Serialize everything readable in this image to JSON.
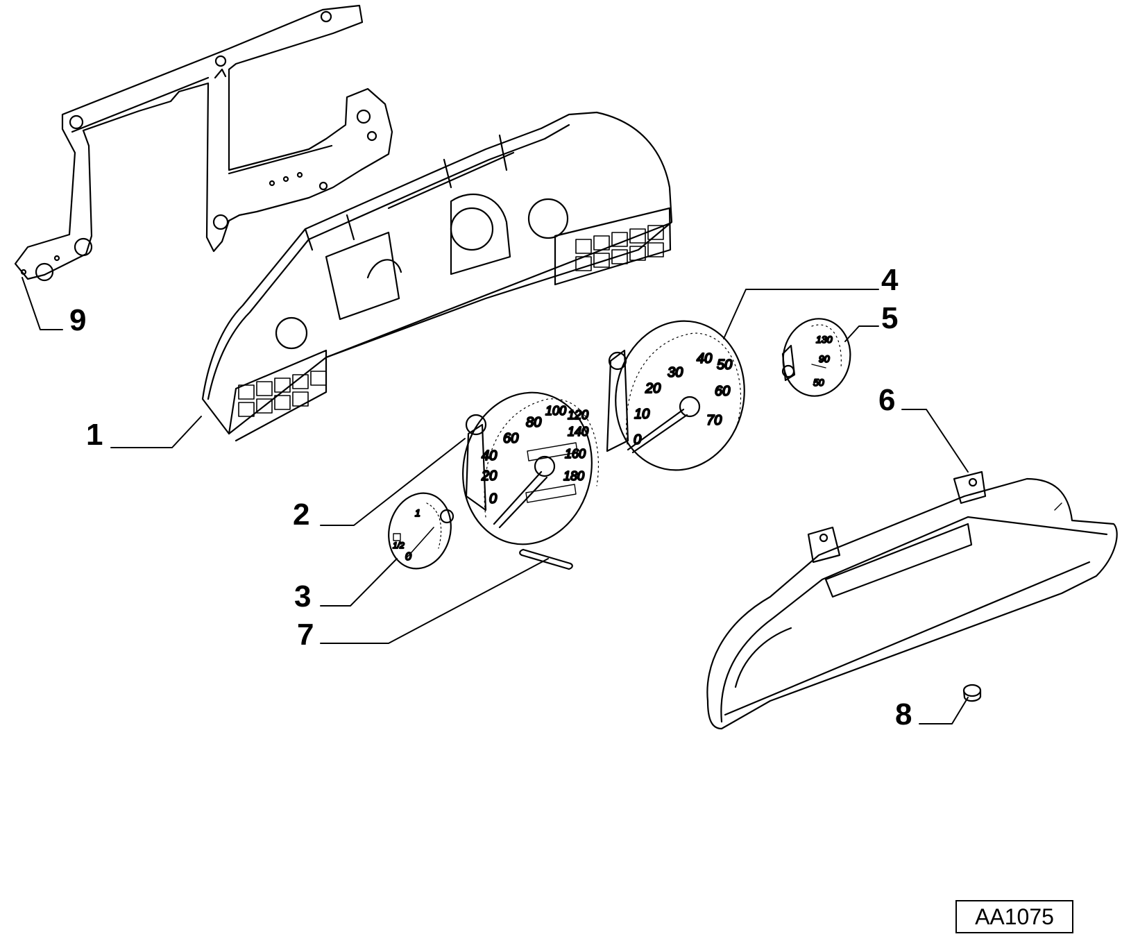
{
  "callouts": [
    "1",
    "2",
    "3",
    "4",
    "5",
    "6",
    "7",
    "8",
    "9"
  ],
  "speedometer_scale": [
    "0",
    "20",
    "40",
    "60",
    "80",
    "100",
    "120",
    "140",
    "160",
    "180"
  ],
  "tachometer_scale": [
    "0",
    "10",
    "20",
    "30",
    "40",
    "50",
    "60",
    "70"
  ],
  "temp_gauge_scale": [
    "50",
    "90",
    "130"
  ],
  "fuel_gauge_scale": [
    "0",
    "1/2",
    "1"
  ],
  "reference_code": "AA1075",
  "colors": {
    "line": "#000000",
    "background": "#ffffff"
  }
}
